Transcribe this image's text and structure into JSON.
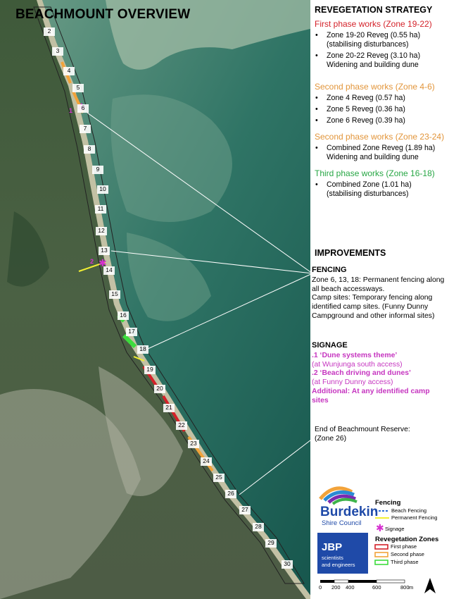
{
  "title": "BEACHMOUNT OVERVIEW",
  "zones": [
    "2",
    "3",
    "4",
    "5",
    "6",
    "7",
    "8",
    "9",
    "10",
    "11",
    "12",
    "13",
    "14",
    "15",
    "16",
    "17",
    "18",
    "19",
    "20",
    "21",
    "22",
    "23",
    "24",
    "25",
    "26",
    "27",
    "28",
    "29",
    "30"
  ],
  "map_markers": [
    "1",
    "2"
  ],
  "revegetation": {
    "heading": "REVEGETATION STRATEGY",
    "phases": [
      {
        "title": "First phase works (Zone 19-22)",
        "color": "#d4222a",
        "items": [
          {
            "line1": "Zone 19-20 Reveg (0.55 ha)",
            "line2": "(stabilising disturbances)"
          },
          {
            "line1": "Zone 20-22 Reveg (3.10 ha)",
            "line2": "Widening and building dune"
          }
        ]
      },
      {
        "title": "Second phase works (Zone 4-6)",
        "color": "#e2953a",
        "items": [
          {
            "line1": "Zone 4 Reveg (0.57 ha)",
            "line2": ""
          },
          {
            "line1": "Zone 5 Reveg (0.36 ha)",
            "line2": ""
          },
          {
            "line1": "Zone 6 Reveg (0.39 ha)",
            "line2": ""
          }
        ]
      },
      {
        "title": "Second phase works (Zone 23-24)",
        "color": "#e2953a",
        "items": [
          {
            "line1": "Combined Zone Reveg (1.89 ha)",
            "line2": "Widening and building dune"
          }
        ]
      },
      {
        "title": "Third phase works (Zone 16-18)",
        "color": "#28a745",
        "items": [
          {
            "line1": "Combined Zone (1.01 ha)",
            "line2": "(stabilising disturbances)"
          }
        ]
      }
    ]
  },
  "improvements": {
    "heading": "IMPROVEMENTS",
    "fencing": {
      "heading": "FENCING",
      "line1": "Zone 6, 13, 18: Permanent fencing along all beach accessways.",
      "line2": "Camp sites: Temporary fencing along identified camp sites. (Funny Dunny Campground and other informal sites)"
    },
    "signage": {
      "heading": "SIGNAGE",
      "s1_title": ".1 ‘Dune systems theme’",
      "s1_note": "(at Wunjunga south access)",
      "s2_title": ".2 ‘Beach driving and dunes’",
      "s2_note": "(at Funny Dunny access)",
      "additional": "Additional: At any identified camp sites"
    },
    "reserve": {
      "line1": "End of Beachmount Reserve:",
      "line2": "(Zone 26)"
    }
  },
  "legend": {
    "logo1_line1": "Burdekin",
    "logo1_line2": "Shire Council",
    "logo2_line1": "JBP",
    "logo2_line2": "scientists",
    "logo2_line3": "and engineers",
    "fencing_heading": "Fencing",
    "beach_fencing": "Beach Fencing",
    "permanent_fencing": "Permanent Fencing",
    "signage": "Signage",
    "zones_heading": "Revegetation Zones",
    "first": "First phase",
    "second": "Second phase",
    "third": "Third phase",
    "colors": {
      "beach_fencing": "#2a6bd4",
      "permanent_fencing": "#f3f033",
      "signage": "#d62fd0",
      "first": "#d4222a",
      "second": "#f2a33a",
      "third": "#3ddc3d"
    }
  },
  "scale": {
    "ticks": [
      "0",
      "200",
      "400",
      "600",
      "800"
    ],
    "unit": "m"
  }
}
